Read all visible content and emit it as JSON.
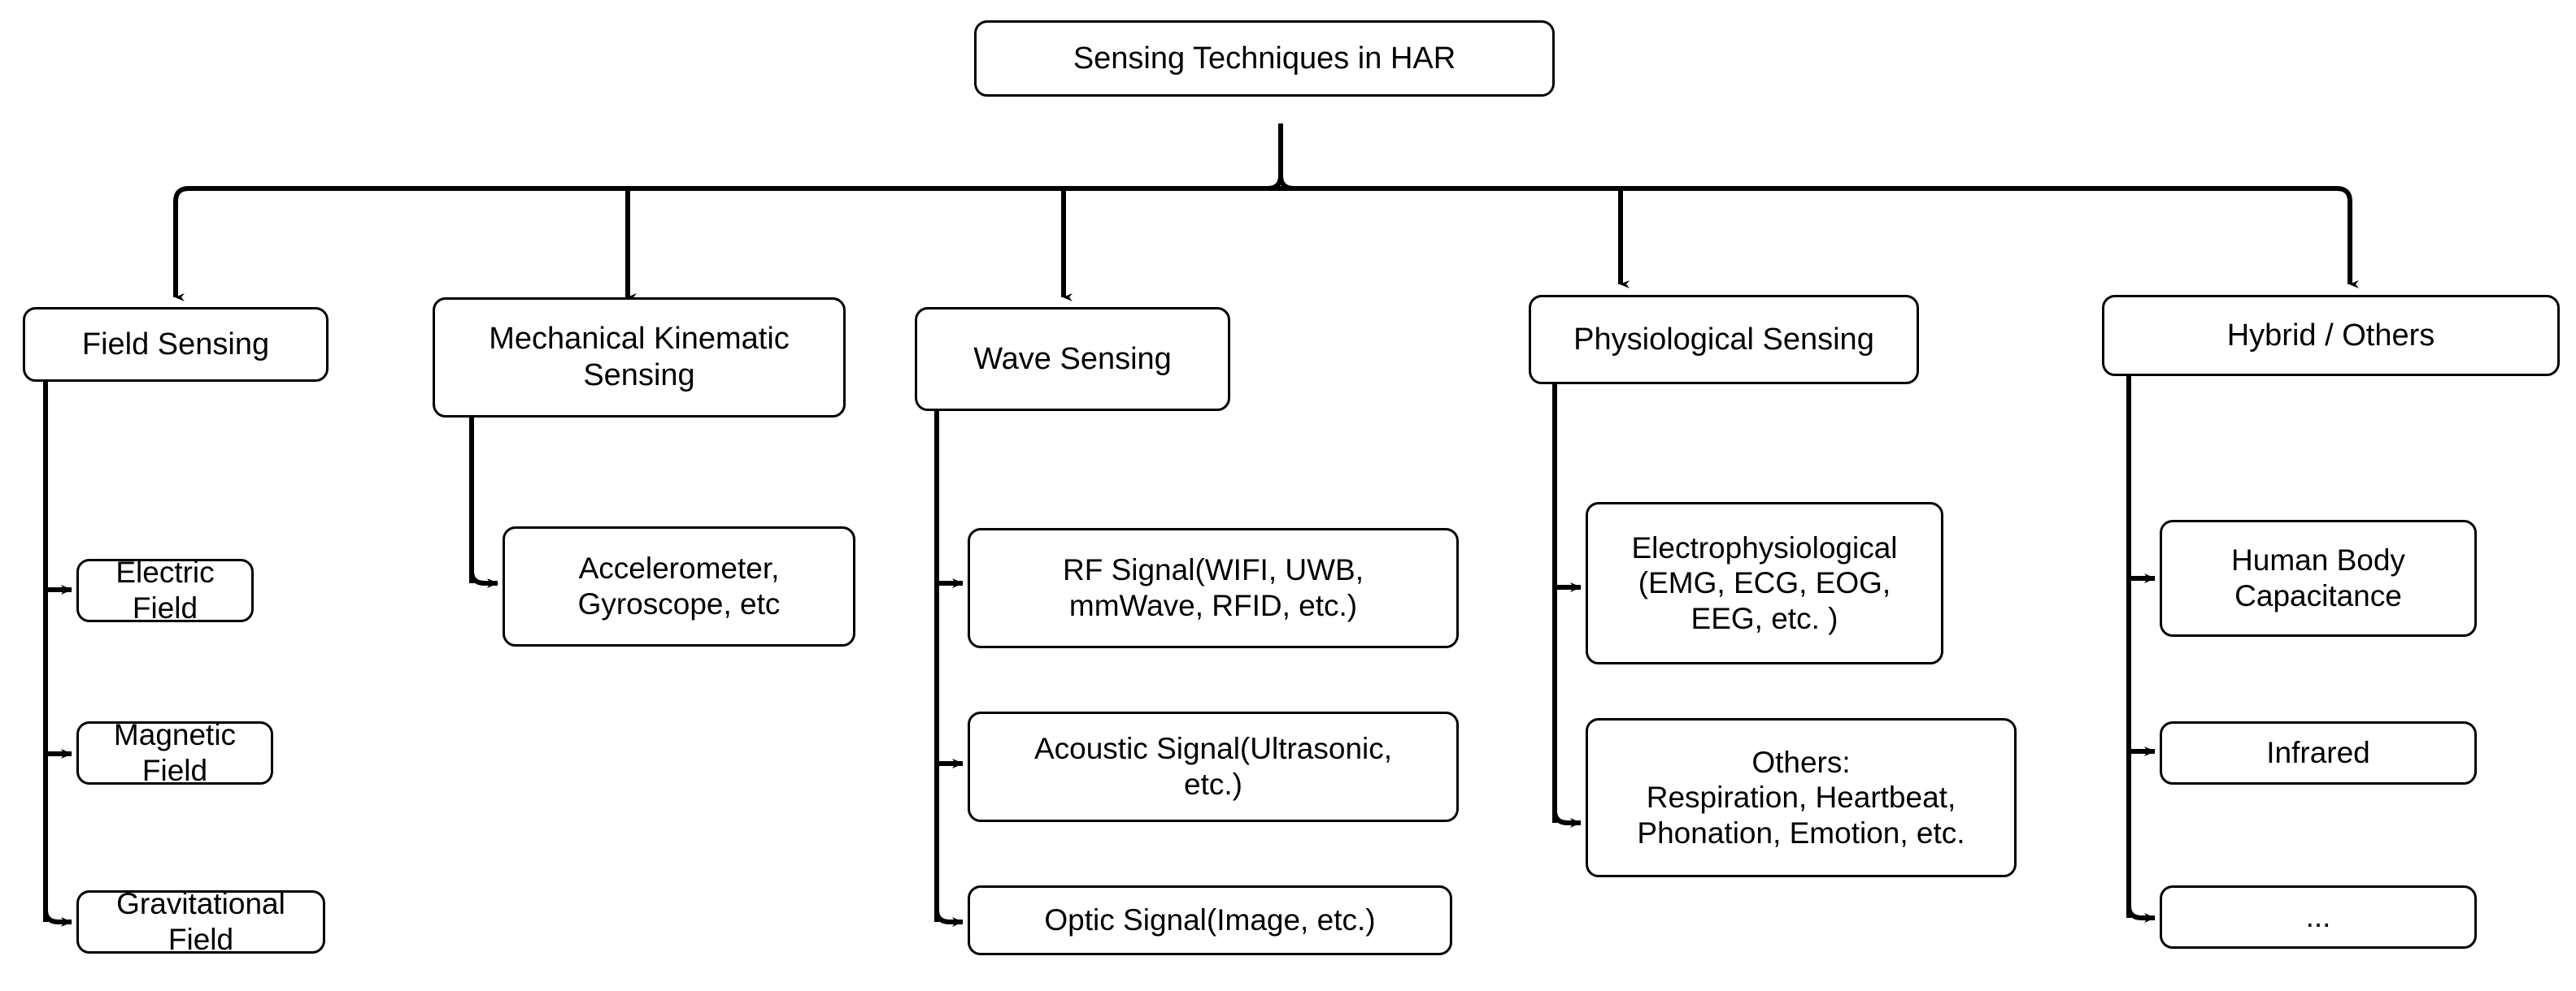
{
  "diagram": {
    "title": "Sensing Techniques in HAR",
    "root": {
      "id": "root",
      "label": "Sensing Techniques in HAR"
    },
    "categories": [
      {
        "id": "field-sensing",
        "label": "Field Sensing",
        "children": [
          {
            "id": "electric-field",
            "label": "Electric Field"
          },
          {
            "id": "magnetic-field",
            "label": "Magnetic Field"
          },
          {
            "id": "gravitational-field",
            "label": "Gravitational Field"
          }
        ]
      },
      {
        "id": "mechanical-kinematic-sensing",
        "label": "Mechanical Kinematic\nSensing",
        "children": [
          {
            "id": "accelerometer-gyroscope",
            "label": "Accelerometer,\nGyroscope, etc"
          }
        ]
      },
      {
        "id": "wave-sensing",
        "label": "Wave Sensing",
        "children": [
          {
            "id": "rf-signal",
            "label": "RF Signal(WIFI, UWB,\nmmWave, RFID, etc.)"
          },
          {
            "id": "acoustic-signal",
            "label": "Acoustic Signal(Ultrasonic,\netc.)"
          },
          {
            "id": "optic-signal",
            "label": "Optic Signal(Image, etc.)"
          }
        ]
      },
      {
        "id": "physiological-sensing",
        "label": "Physiological Sensing",
        "children": [
          {
            "id": "electrophysiological",
            "label": "Electrophysiological\n(EMG, ECG, EOG,\nEEG, etc. )"
          },
          {
            "id": "physiological-others",
            "label": "Others:\nRespiration, Heartbeat,\nPhonation, Emotion, etc."
          }
        ]
      },
      {
        "id": "hybrid-others",
        "label": "Hybrid / Others",
        "children": [
          {
            "id": "human-body-capacitance",
            "label": "Human Body\nCapacitance"
          },
          {
            "id": "infrared",
            "label": "Infrared"
          },
          {
            "id": "ellipsis",
            "label": "..."
          }
        ]
      }
    ],
    "colors": {
      "stroke": "#000000",
      "fill": "#ffffff",
      "text": "#000000"
    }
  }
}
